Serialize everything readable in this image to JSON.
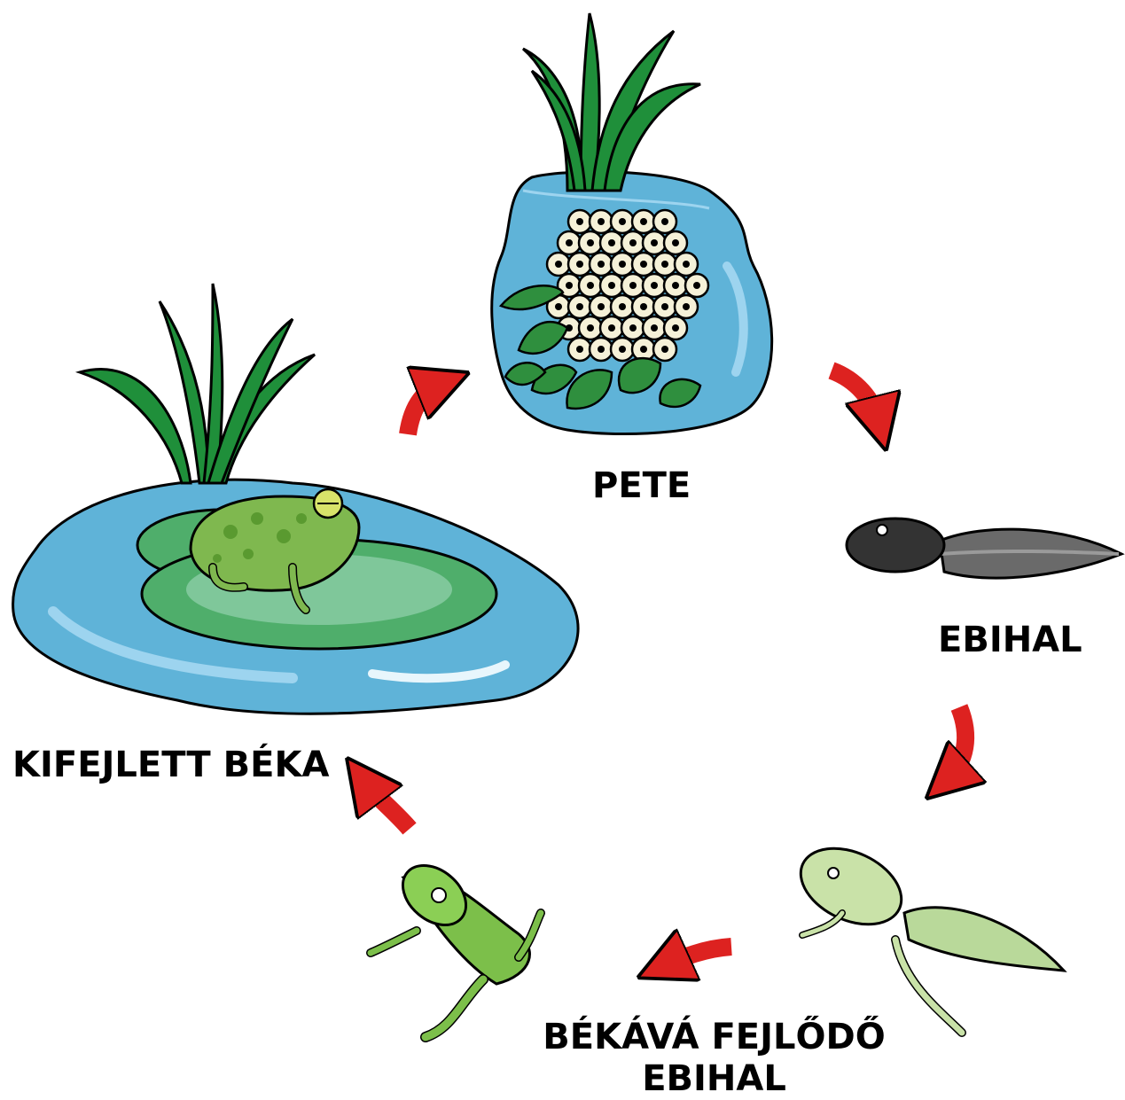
{
  "stages": {
    "egg": {
      "label": "PETE"
    },
    "tadpole": {
      "label": "EBIHAL"
    },
    "froglet": {
      "label_line1": "BÉKÁVÁ FEJLŐDŐ",
      "label_line2": "EBIHAL"
    },
    "adult": {
      "label": "KIFEJLETT BÉKA"
    }
  },
  "colors": {
    "arrow": "#dd2220",
    "water": "#5fb3d8",
    "water_light": "#9dd4ef",
    "leaf": "#1f8f3a",
    "lilypad": "#4fae6b",
    "egg": "#f5f1d8",
    "tadpole": "#3a3a3a",
    "froglet": "#b9d99a",
    "frog": "#7cbf4a",
    "adult_frog": "#7fb84f"
  },
  "icons": [
    "egg-mass-icon",
    "tadpole-icon",
    "froglet-icon",
    "young-frog-icon",
    "adult-frog-icon",
    "cycle-arrow-icon"
  ]
}
